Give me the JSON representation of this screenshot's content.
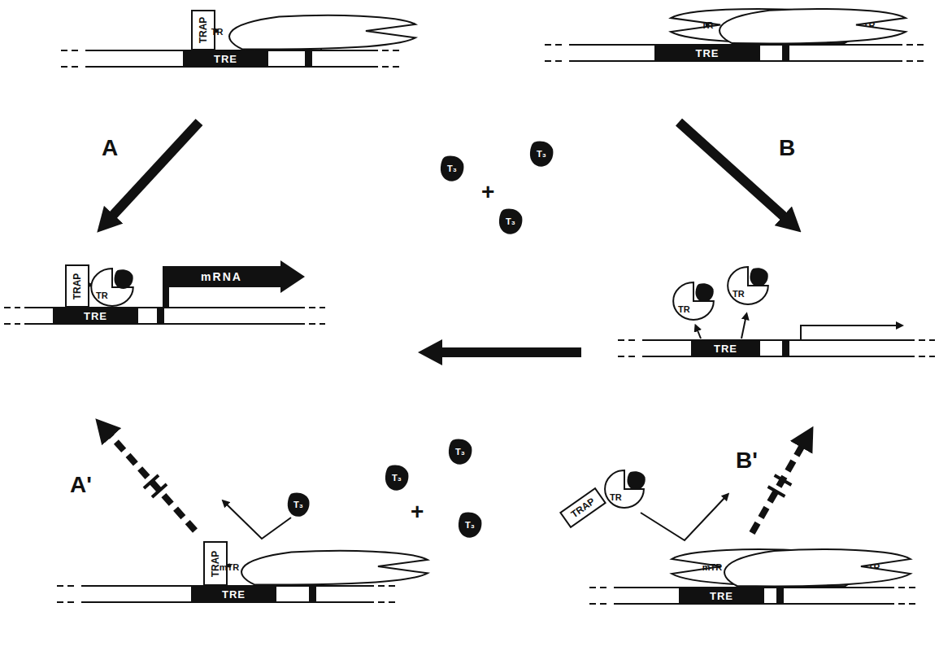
{
  "diagram": {
    "nodes": [
      {
        "text": [
          "TRAP"
        ]
      },
      {
        "text": [
          "TR"
        ]
      },
      {
        "text": [
          "TRE"
        ]
      },
      {
        "text": [
          "TR"
        ]
      },
      {
        "text": [
          "TR"
        ]
      },
      {
        "text": [
          "TRE"
        ]
      },
      {
        "text": [
          "T₃"
        ]
      },
      {
        "text": [
          "T₃"
        ]
      },
      {
        "text": [
          "T₃"
        ]
      },
      {
        "text": [
          "TRAP"
        ]
      },
      {
        "text": [
          "TR"
        ]
      },
      {
        "text": [
          "T₃"
        ],
        "in": 10
      },
      {
        "text": [
          "mRNA"
        ]
      },
      {
        "text": [
          "TRE"
        ]
      },
      {
        "text": [
          "TR"
        ]
      },
      {
        "text": [
          "T₃"
        ],
        "in": 14
      },
      {
        "text": [
          "TR"
        ]
      },
      {
        "text": [
          "T₃"
        ],
        "in": 16
      },
      {
        "text": [
          "TRE"
        ]
      },
      {
        "text": [
          "T₃"
        ]
      },
      {
        "text": [
          "T₃"
        ]
      },
      {
        "text": [
          "T₃"
        ]
      },
      {
        "text": [
          "TRAP"
        ]
      },
      {
        "text": [
          "mTR"
        ]
      },
      {
        "text": [
          "T₃"
        ]
      },
      {
        "text": [
          "TRE"
        ]
      },
      {
        "text": [
          "TRAP"
        ]
      },
      {
        "text": [
          "TR"
        ]
      },
      {
        "text": [
          "T₃"
        ],
        "in": 27
      },
      {
        "text": [
          "mTR"
        ]
      },
      {
        "text": [
          "mTR"
        ]
      },
      {
        "text": [
          "TRE"
        ]
      }
    ],
    "labels": [
      "A",
      "B",
      "A'",
      "B'",
      "+",
      "+"
    ]
  }
}
